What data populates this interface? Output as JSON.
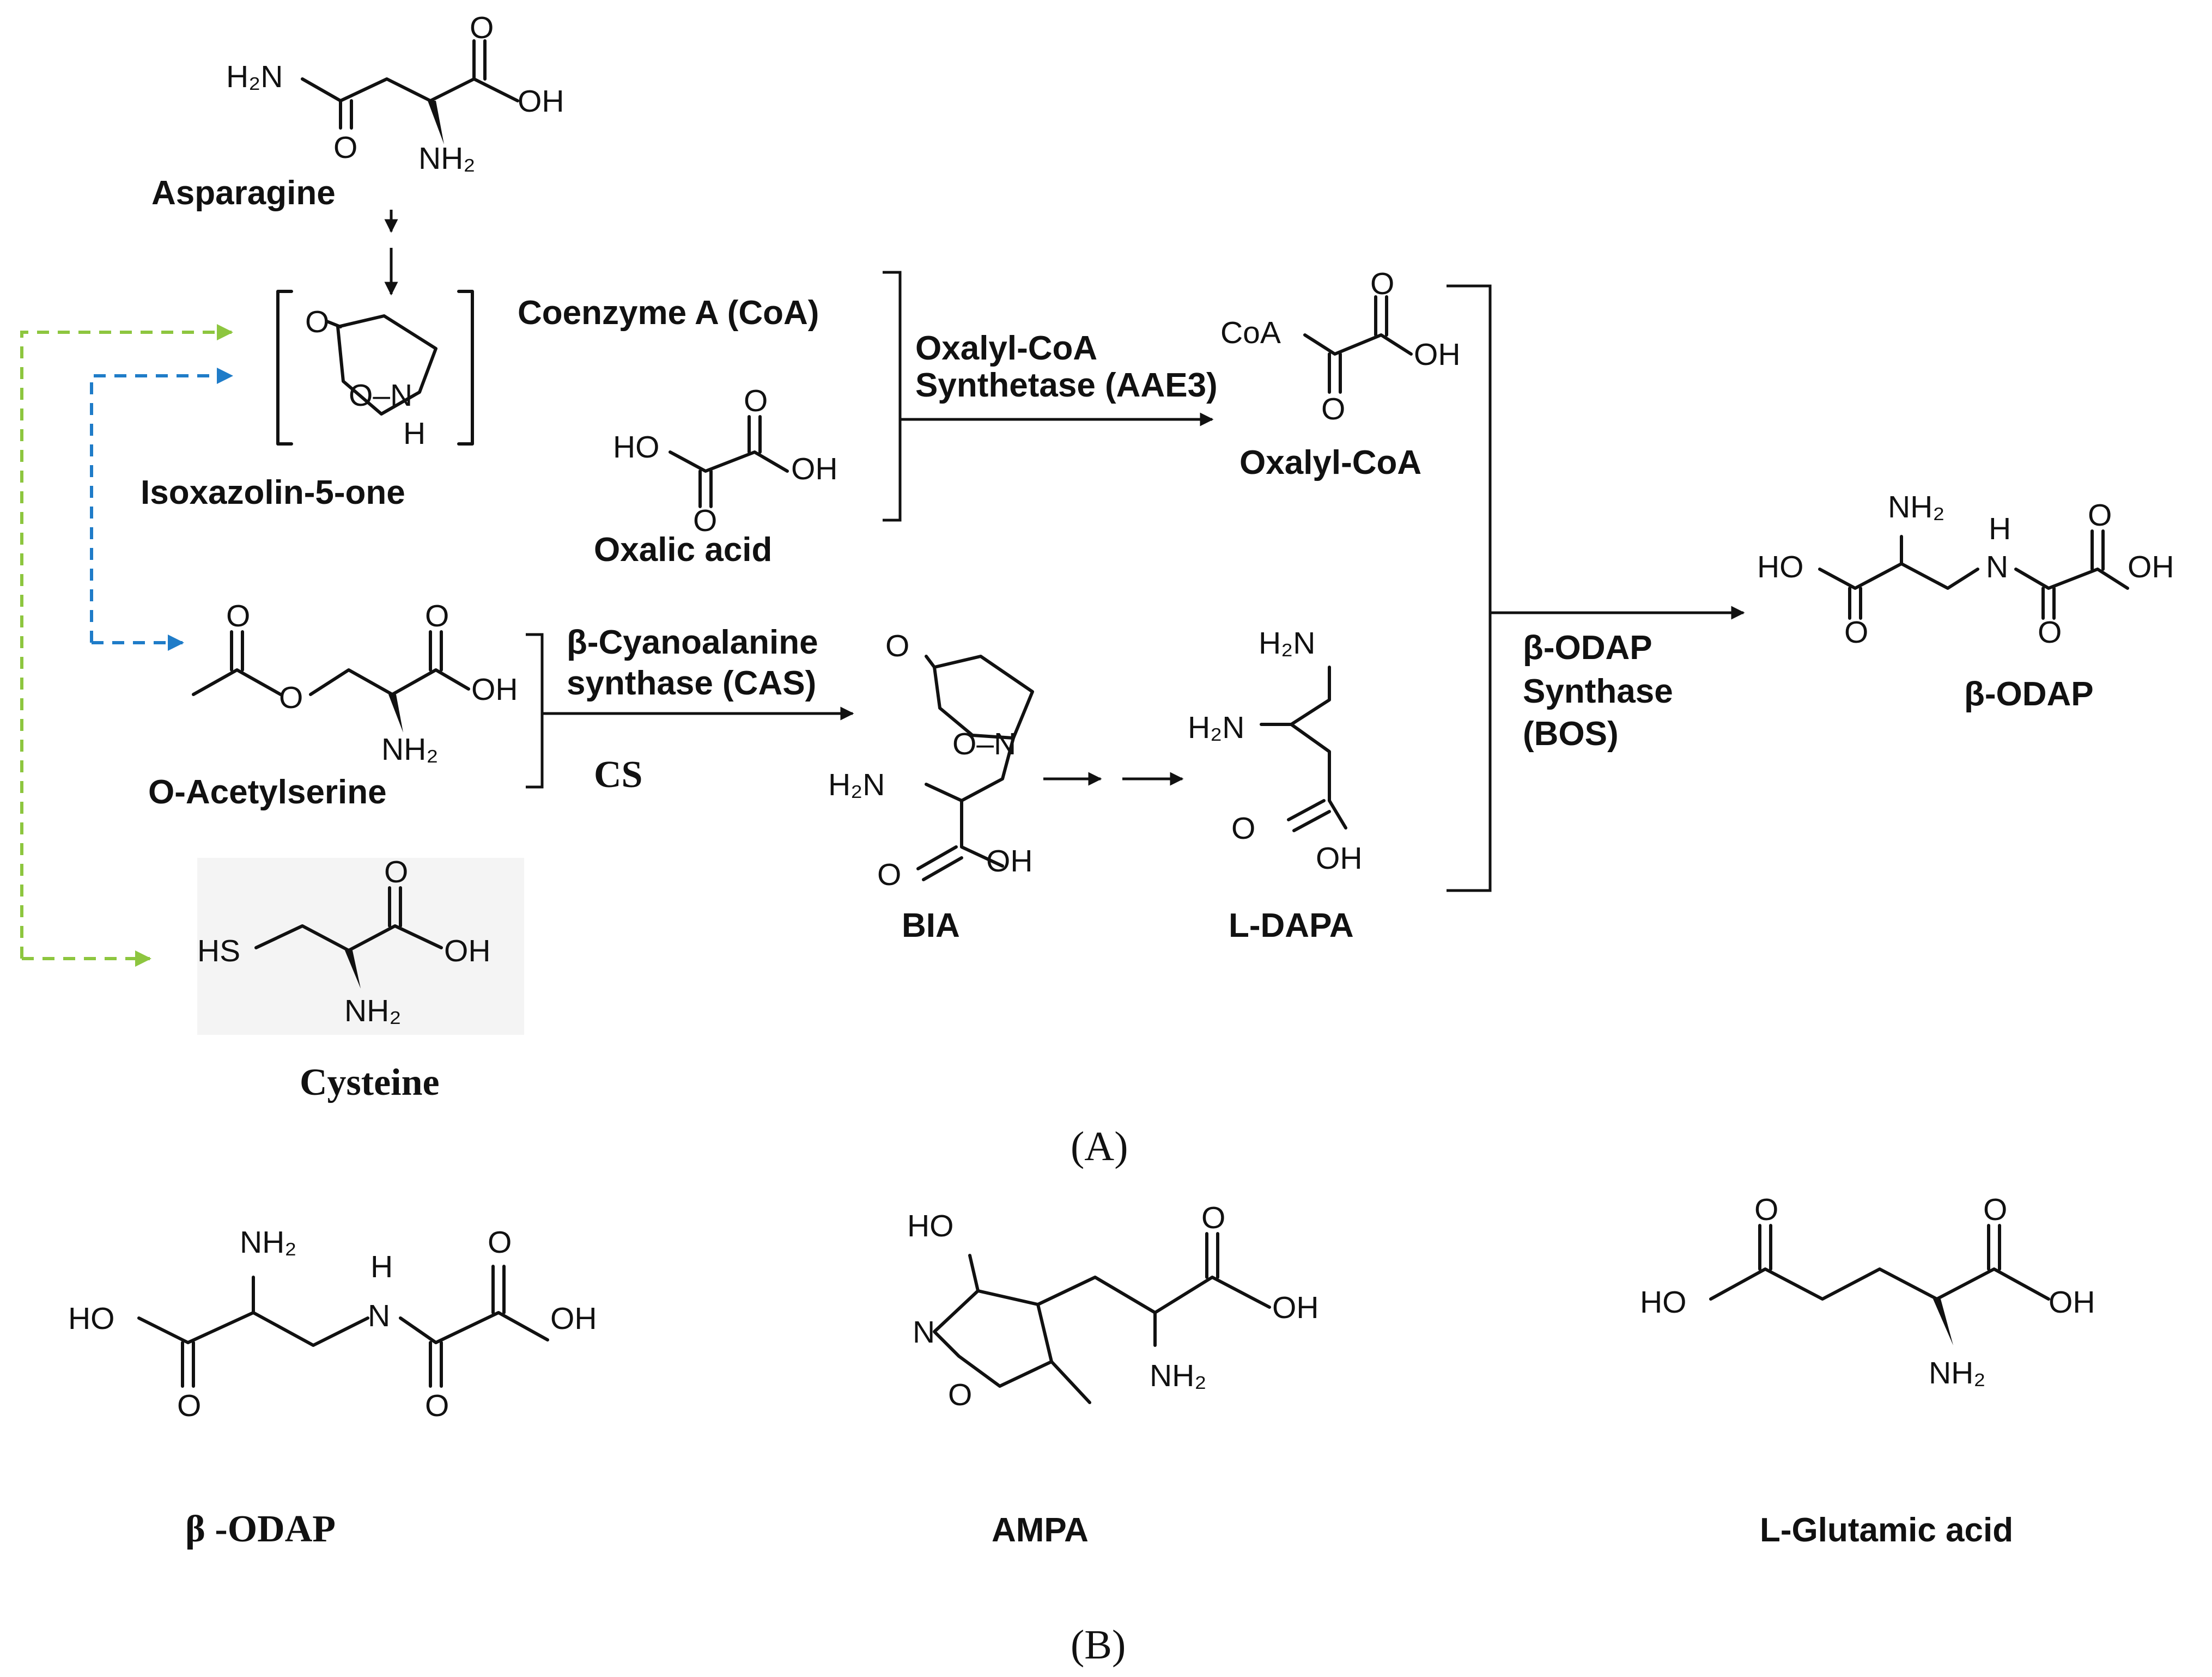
{
  "colors": {
    "green_dashed": "#8dc63f",
    "blue_dashed": "#1f7cc8",
    "ink": "#111111",
    "cysteine_box": "#f4f4f4"
  },
  "atoms": {
    "h2n": "H₂N",
    "nh2": "NH₂",
    "oh": "OH",
    "ho": "HO",
    "o": "O",
    "n": "N",
    "h": "H",
    "hs": "HS",
    "coa": "CoA",
    "o_n": "O–N"
  },
  "panel_a": {
    "label": "(A)",
    "compounds": {
      "asparagine": "Asparagine",
      "isoxazolinone": "Isoxazolin-5-one",
      "coa": "Coenzyme A (CoA)",
      "oxalic_acid": "Oxalic acid",
      "oxalyl_coa": "Oxalyl-CoA",
      "o_acetylserine": "O-Acetylserine",
      "cysteine": "Cysteine",
      "bia": "BIA",
      "l_dapa": "L-DAPA",
      "b_odap": "β-ODAP"
    },
    "enzymes": {
      "aae3_line1": "Oxalyl-CoA",
      "aae3_line2": "Synthetase (AAE3)",
      "cas_line1": "β-Cyanoalanine",
      "cas_line2": "synthase (CAS)",
      "cs": "CS",
      "bos_line1": "β-ODAP",
      "bos_line2": "Synthase",
      "bos_line3": "(BOS)"
    }
  },
  "panel_b": {
    "label": "(B)",
    "compounds": {
      "b_odap": "β -ODAP",
      "ampa": "AMPA",
      "l_glutamic_acid": "L-Glutamic acid"
    }
  }
}
